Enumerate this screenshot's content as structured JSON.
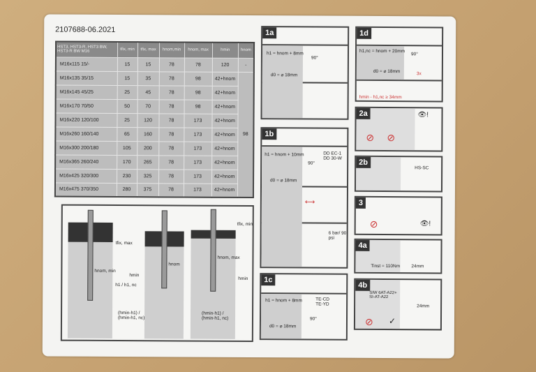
{
  "label_code": "2107688-06.2021",
  "table": {
    "headers": [
      "HST3, HST3-R, HST3 BW, HST3-R BW M16",
      "tfix, min",
      "tfix, max",
      "hnom,min",
      "hnom, max",
      "hmin",
      "hnom"
    ],
    "rows": [
      [
        "M16x115 15/-",
        "15",
        "15",
        "78",
        "78",
        "120",
        "-"
      ],
      [
        "M16x135 35/15",
        "15",
        "35",
        "78",
        "98",
        "42+hnom",
        ""
      ],
      [
        "M16x145 45/25",
        "25",
        "45",
        "78",
        "98",
        "42+hnom",
        ""
      ],
      [
        "M16x170 70/50",
        "50",
        "70",
        "78",
        "98",
        "42+hnom",
        ""
      ],
      [
        "M16x220 120/100",
        "25",
        "120",
        "78",
        "173",
        "42+hnom",
        ""
      ],
      [
        "M16x260 160/140",
        "65",
        "160",
        "78",
        "173",
        "42+hnom",
        ""
      ],
      [
        "M16x300 200/180",
        "105",
        "200",
        "78",
        "173",
        "42+hnom",
        ""
      ],
      [
        "M16x365 260/240",
        "170",
        "265",
        "78",
        "173",
        "42+hnom",
        ""
      ],
      [
        "M16x425 320/300",
        "230",
        "325",
        "78",
        "173",
        "42+hnom",
        ""
      ],
      [
        "M16x475 370/350",
        "280",
        "375",
        "78",
        "173",
        "42+hnom",
        ""
      ]
    ],
    "side_value": "98"
  },
  "anchor_diagram": {
    "tfix_max": "tfix, max",
    "hnom_min": "hnom, min",
    "h1": "h1 / h1, nc",
    "hmin": "hmin",
    "hnom": "hnom",
    "tfix_min": "tfix, min",
    "hnom_max": "hnom, max",
    "rest": "(hmin-h1) / (hmin-h1, nc)"
  },
  "steps": {
    "s1a": {
      "tag": "1a",
      "h1": "h1 = hnom + 8mm",
      "angle": "90°",
      "d0": "d0 = ⌀ 18mm"
    },
    "s1b": {
      "tag": "1b",
      "h1": "h1 = hnom + 10mm",
      "tools": "DD EC-1\nDD 30-W",
      "angle": "90°",
      "d0": "d0 = ⌀ 18mm",
      "pressure": "6 bar/ 90 psi"
    },
    "s1c": {
      "tag": "1c",
      "h1": "h1 = hnom + 8mm",
      "tools": "TE-CD TE-YD",
      "angle": "90°",
      "d0": "d0 = ⌀ 18mm"
    },
    "s1d": {
      "tag": "1d",
      "h1": "h1,nc = hnom + 20mm",
      "angle": "90°",
      "d0": "d0 = ⌀ 18mm",
      "times": "3x",
      "hmin": "hmin - h1,nc ≥ 34mm"
    },
    "s2a": {
      "tag": "2a"
    },
    "s2b": {
      "tag": "2b",
      "tool": "HS-SC"
    },
    "s3": {
      "tag": "3"
    },
    "s4a": {
      "tag": "4a",
      "torque": "Tinst = 110Nm",
      "wrench": "24mm"
    },
    "s4b": {
      "tag": "4b",
      "tool": "SIW 6AT-A22+ SI-AT-A22",
      "wrench": "24mm"
    }
  },
  "colors": {
    "accent": "#c8312c",
    "panel": "#444444",
    "concrete": "#cfcfcf"
  }
}
